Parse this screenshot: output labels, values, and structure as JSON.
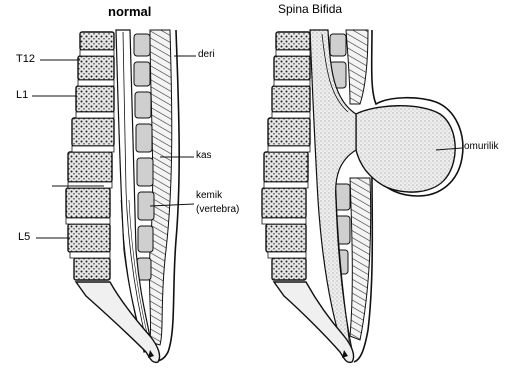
{
  "titles": {
    "left": "normal",
    "right": "Spina Bifida"
  },
  "labels": {
    "t12": "T12",
    "l1": "L1",
    "l5": "L5",
    "deri": "deri",
    "kas": "kas",
    "kemik": "kemik",
    "vertebra": "(vertebra)",
    "omurilik": "omurilik"
  },
  "colors": {
    "ink": "#111111",
    "paper": "#ffffff",
    "bone_fill": "#d9d9d9",
    "sac_fill": "#e4e4e4"
  }
}
